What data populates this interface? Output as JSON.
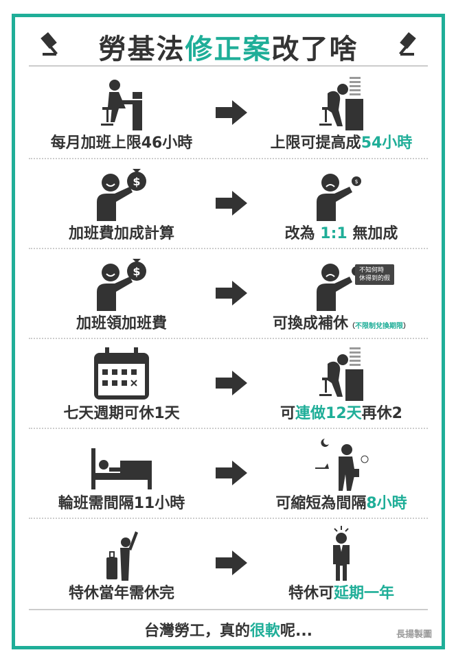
{
  "title": {
    "a": "勞基法",
    "b": "修正案",
    "c": "改了啥"
  },
  "colors": {
    "accent": "#1fae98",
    "text": "#333333"
  },
  "rows": [
    {
      "left": "每月加班上限46小時",
      "right": {
        "a": "上限可提高成",
        "b": "54小時",
        "c": ""
      }
    },
    {
      "left": "加班費加成計算",
      "right": {
        "a": "改為 ",
        "b": "1:1",
        "c": " 無加成"
      }
    },
    {
      "left": "加班領加班費",
      "right": {
        "a": "可換成補休",
        "b": "",
        "c": ""
      },
      "note": {
        "open": "（",
        "text": "不限制兌換期限",
        "close": "）"
      },
      "bubble": [
        "不知何時",
        "休得到的假"
      ]
    },
    {
      "left": "七天週期可休1天",
      "right": {
        "a": "可",
        "b": "連做12天",
        "c": "再休2"
      }
    },
    {
      "left": "輪班需間隔11小時",
      "right": {
        "a": "可縮短為間隔",
        "b": "8小時",
        "c": ""
      }
    },
    {
      "left": "特休當年需休完",
      "right": {
        "a": "特休可",
        "b": "延期一年",
        "c": ""
      }
    }
  ],
  "footer": {
    "a": "台灣勞工，真的",
    "b": "很軟",
    "c": "呢..."
  },
  "credit": "長揚製圖"
}
